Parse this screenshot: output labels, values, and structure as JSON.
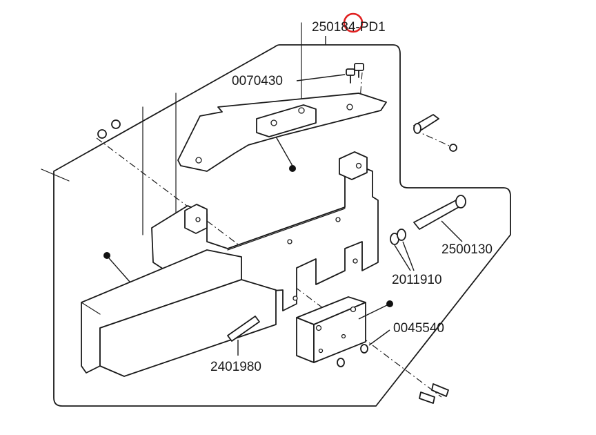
{
  "assembly_label": "250184-PD1",
  "highlight_color": "#e02020",
  "part_numbers": {
    "screw_top": "0070430",
    "pin_right": "2500130",
    "washers": "2011910",
    "set_screw": "0045540",
    "dowel_pin": "2401980"
  }
}
